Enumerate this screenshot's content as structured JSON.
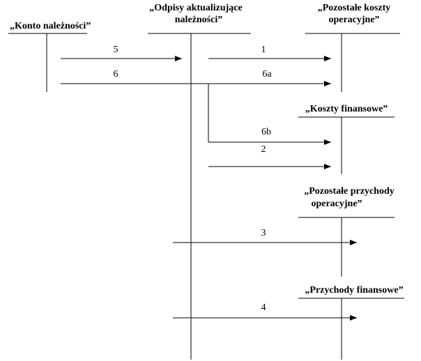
{
  "accounts": {
    "receivables": {
      "title": "„Konto należności”"
    },
    "write_downs": {
      "title_line1": "„Odpisy aktualizujące",
      "title_line2": "należności”"
    },
    "other_operating_costs": {
      "title_line1": "„Pozostałe koszty",
      "title_line2": "operacyjne”"
    },
    "financial_costs": {
      "title": "„Koszty finansowe”"
    },
    "other_operating_income": {
      "title_line1": "„Pozostałe przychody",
      "title_line2": "operacyjne”"
    },
    "financial_income": {
      "title": "„Przychody finansowe”"
    }
  },
  "flows": {
    "f5": "5",
    "f6": "6",
    "f1": "1",
    "f6a": "6a",
    "f6b": "6b",
    "f2": "2",
    "f3": "3",
    "f4": "4"
  },
  "colors": {
    "ink": "#000000",
    "background": "#ffffff"
  }
}
